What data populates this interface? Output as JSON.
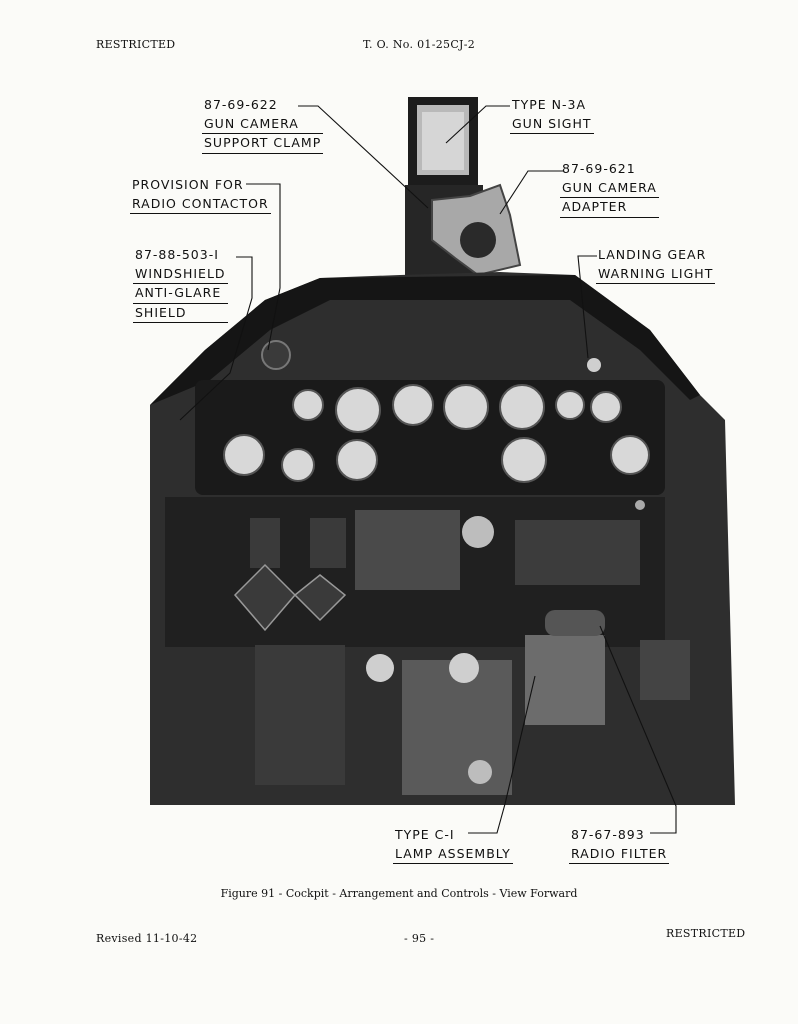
{
  "header": {
    "left": "RESTRICTED",
    "center": "T. O. No. 01-25CJ-2"
  },
  "callouts": {
    "gun_camera_clamp": [
      "87-69-622",
      "GUN CAMERA",
      "SUPPORT CLAMP"
    ],
    "gun_sight": [
      "TYPE N-3A",
      "GUN SIGHT"
    ],
    "gun_camera_adapter": [
      "87-69-621",
      "GUN CAMERA",
      "ADAPTER"
    ],
    "radio_contactor": [
      "PROVISION FOR",
      "RADIO CONTACTOR"
    ],
    "anti_glare_shield": [
      "87-88-503-I",
      "WINDSHIELD",
      "ANTI-GLARE",
      "SHIELD"
    ],
    "landing_gear_light": [
      "LANDING GEAR",
      "WARNING LIGHT"
    ],
    "lamp_assembly": [
      "TYPE C-I",
      "LAMP ASSEMBLY"
    ],
    "radio_filter": [
      "87-67-893",
      "RADIO FILTER"
    ]
  },
  "caption": "Figure 91 - Cockpit - Arrangement and Controls - View Forward",
  "footer": {
    "left": "Revised 11-10-42",
    "center": "- 95 -",
    "right": "RESTRICTED"
  }
}
